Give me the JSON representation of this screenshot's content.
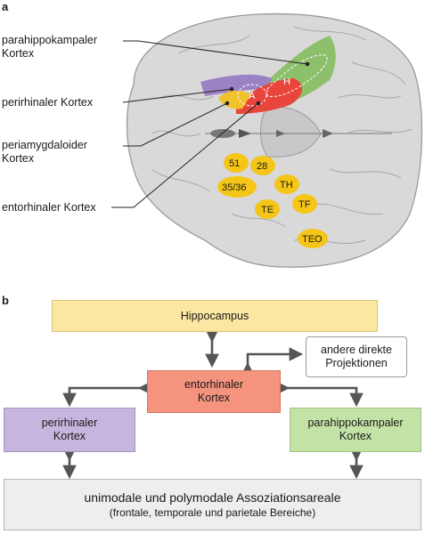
{
  "panel_a": {
    "letter": "a",
    "labels": {
      "parahippocampal": [
        "parahippokampaler",
        "Kortex"
      ],
      "perirhinal": "perirhinaler Kortex",
      "periamygdaloid": [
        "periamygdaloider",
        "Kortex"
      ],
      "entorhinal": "entorhinaler Kortex"
    },
    "region_letters": {
      "amygdala": "A",
      "hippocampus": "H"
    },
    "areas": [
      "51",
      "28",
      "35/36",
      "TH",
      "TF",
      "TE",
      "TEO"
    ],
    "colors": {
      "parahippocampal": "#8dc06b",
      "perirhinal": "#9b82c4",
      "entorhinal": "#e8453c",
      "periamygdaloid": "#f2c12e",
      "areas": "#f5c518",
      "brain": "#d8d8d8"
    }
  },
  "panel_b": {
    "letter": "b",
    "hippocampus": "Hippocampus",
    "other": [
      "andere direkte",
      "Projektionen"
    ],
    "entorhinal": [
      "entorhinaler",
      "Kortex"
    ],
    "perirhinal": [
      "perirhinaler",
      "Kortex"
    ],
    "parahippocampal": [
      "parahippokampaler",
      "Kortex"
    ],
    "association": {
      "title": "unimodale und polymodale Assoziationsareale",
      "subtitle": "(frontale, temporale und parietale Bereiche)"
    },
    "colors": {
      "hippocampus": "#fbe7a1",
      "entorhinal": "#f4937e",
      "perirhinal": "#c6b5de",
      "parahippocampal": "#c3e2a6",
      "association": "#eeeeee",
      "arrow": "#555555"
    }
  }
}
